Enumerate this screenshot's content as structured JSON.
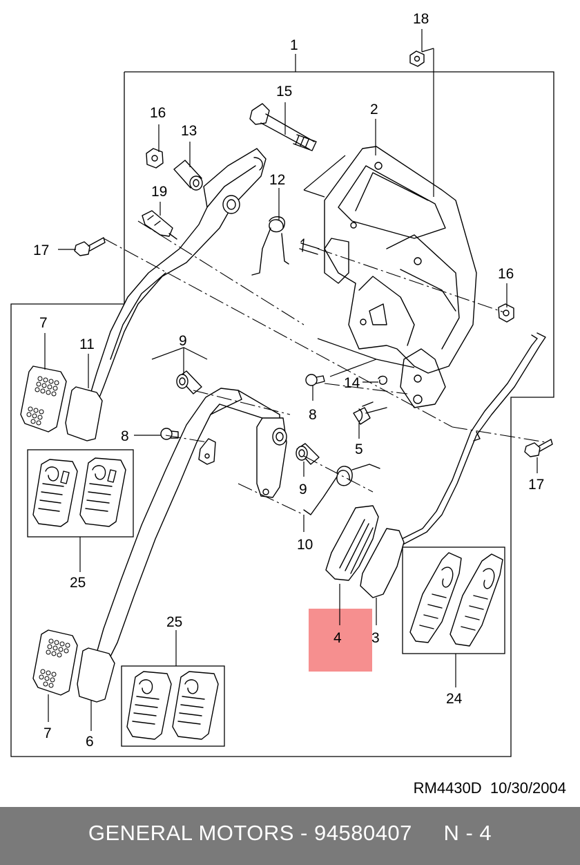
{
  "diagram": {
    "callouts": {
      "c1": "1",
      "c2": "2",
      "c3": "3",
      "c4": "4",
      "c5": "5",
      "c6": "6",
      "c7a": "7",
      "c7b": "7",
      "c8a": "8",
      "c8b": "8",
      "c9a": "9",
      "c9b": "9",
      "c10": "10",
      "c11": "11",
      "c12": "12",
      "c13": "13",
      "c14": "14",
      "c15": "15",
      "c16a": "16",
      "c16b": "16",
      "c17a": "17",
      "c17b": "17",
      "c18": "18",
      "c19": "19",
      "c24": "24",
      "c25a": "25",
      "c25b": "25"
    },
    "highlight_color": "#f47b7b"
  },
  "reference": "RM4430D  10/30/2004",
  "footer": {
    "text": "GENERAL MOTORS - 94580407     N - 4",
    "band_color": "#7a7a7a"
  }
}
